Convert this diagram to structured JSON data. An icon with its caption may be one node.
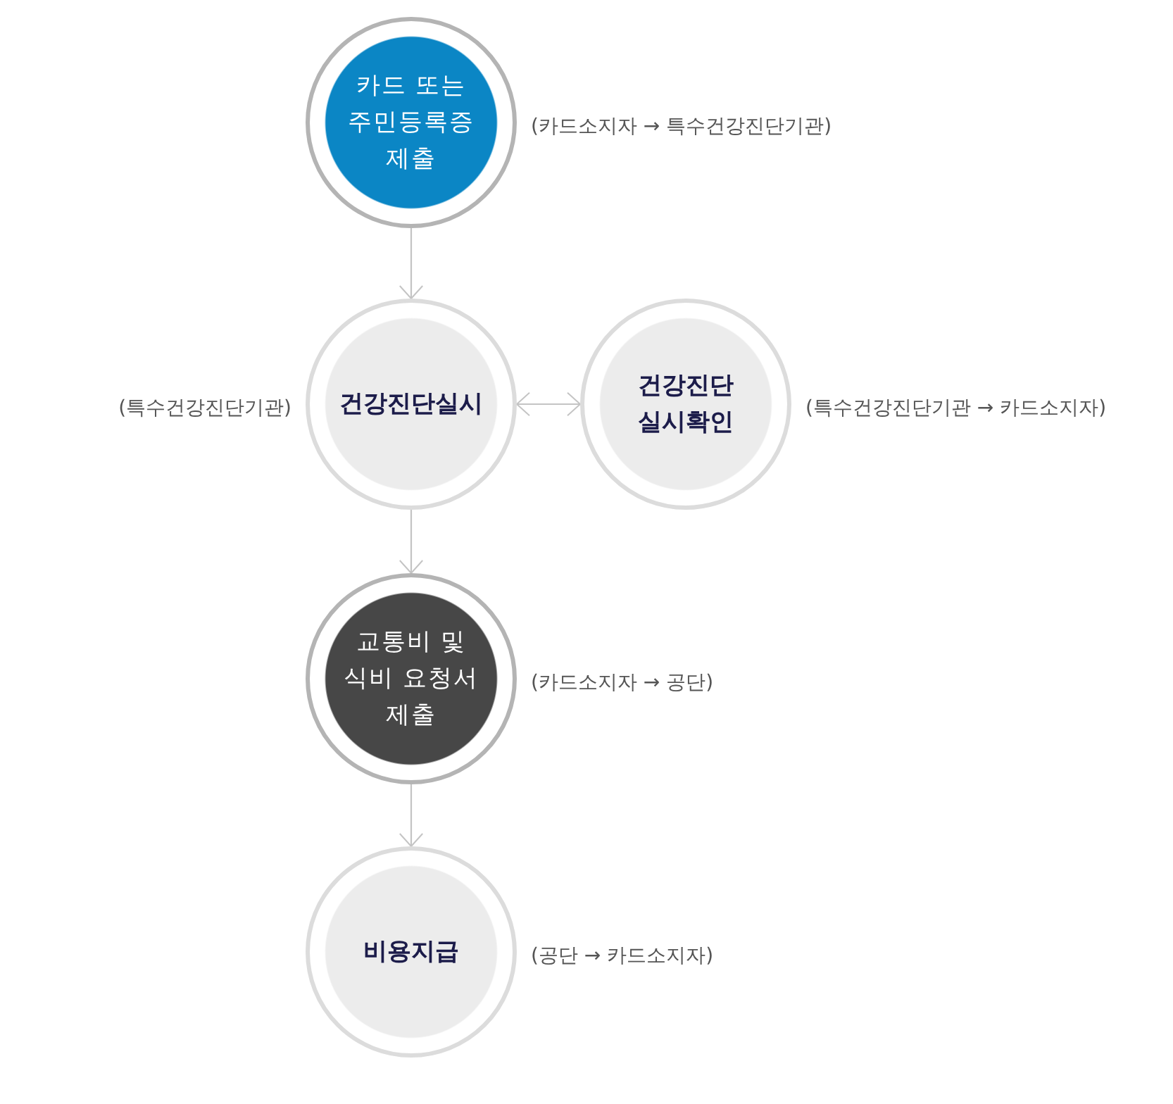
{
  "diagram": {
    "nodes": [
      {
        "text": [
          "카드 또는 주민등록증 제출"
        ],
        "beside": [
          "(카드소지자 → 특수건강진단기관)"
        ]
      },
      {
        "text": [
          "건강진단실시"
        ],
        "beside": [
          "(특수건강진단기관)"
        ]
      },
      {
        "text": [
          "건강진단 실시확인"
        ],
        "beside": [
          "(특수건강진단기관 → 카드소지자)"
        ]
      },
      {
        "text": [
          "교통비 및 식비 요청서 제출"
        ],
        "beside": [
          "(카드소지자 → 공단)"
        ]
      },
      {
        "text": [
          "비용지급"
        ],
        "beside": [
          "(공단 → 카드소지자)"
        ]
      }
    ],
    "edges": [
      {
        "from": 0,
        "to": 1,
        "arrow": "to"
      },
      {
        "from": 1,
        "to": 2,
        "arrow": "both"
      },
      {
        "from": 1,
        "to": 3,
        "arrow": "to"
      },
      {
        "from": 3,
        "to": 4,
        "arrow": "to"
      }
    ]
  }
}
